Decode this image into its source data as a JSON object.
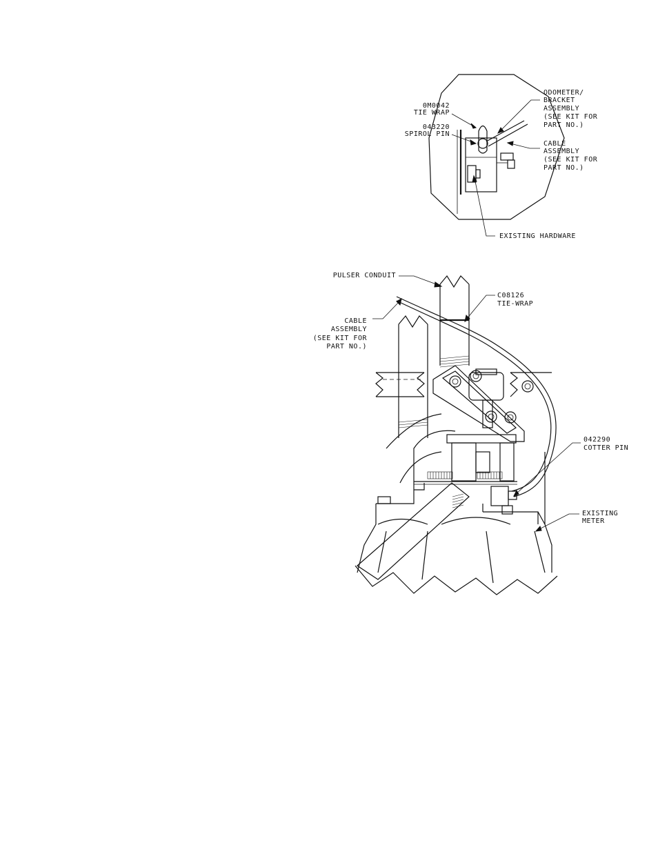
{
  "detail_labels": {
    "tie_wrap_part": "0M0042",
    "tie_wrap_name": "TIE WRAP",
    "spirol_pin_part": "043220",
    "spirol_pin_name": "SPIROL PIN",
    "odometer_l1": "ODOMETER/",
    "odometer_l2": "BRACKET",
    "odometer_l3": "ASSEMBLY",
    "odometer_l4": "(SEE KIT FOR",
    "odometer_l5": "PART NO.)",
    "cable_l1": "CABLE",
    "cable_l2": "ASSEMBLY",
    "cable_l3": "(SEE KIT FOR",
    "cable_l4": "PART NO.)",
    "existing_hardware": "EXISTING HARDWARE"
  },
  "main_labels": {
    "pulser_conduit": "PULSER CONDUIT",
    "tie_wrap2_part": "C08126",
    "tie_wrap2_name": "TIE-WRAP",
    "cable_l1": "CABLE",
    "cable_l2": "ASSEMBLY",
    "cable_l3": "(SEE KIT FOR",
    "cable_l4": "PART NO.)",
    "cotter_part": "042290",
    "cotter_name": "COTTER PIN",
    "meter_l1": "EXISTING",
    "meter_l2": "METER"
  }
}
